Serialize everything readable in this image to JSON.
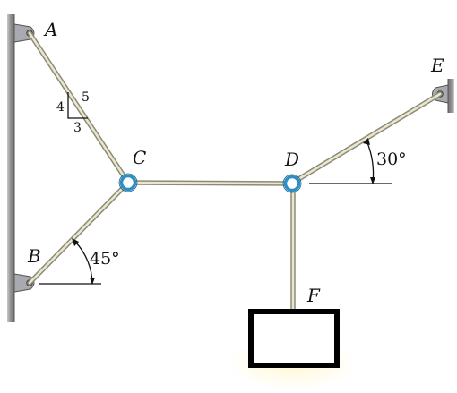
{
  "points": {
    "A": "A",
    "B": "B",
    "C": "C",
    "D": "D",
    "E": "E",
    "F": "F"
  },
  "angles": {
    "bc": "45°",
    "de": "30°"
  },
  "slope": {
    "vertical": "4",
    "hypotenuse": "5",
    "horizontal": "3"
  },
  "colors": {
    "wall": "#8f8f8f",
    "rope": "#8d8b74",
    "ring": "#2a8fc7",
    "box": "#000000"
  }
}
